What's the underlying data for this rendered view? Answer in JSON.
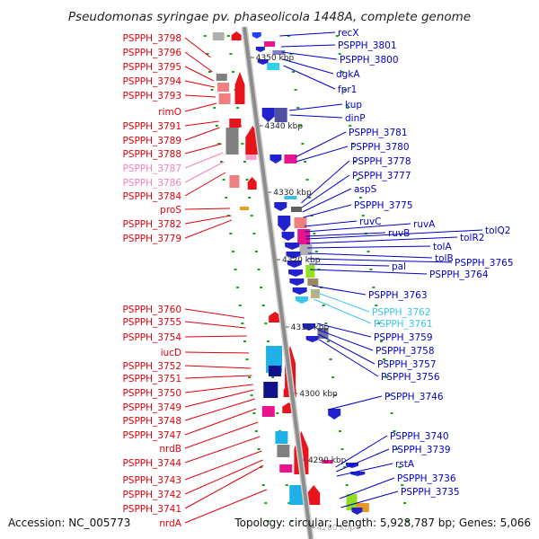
{
  "title": "Pseudomonas syringae pv. phaseolicola 1448A, complete genome",
  "footer": {
    "accession": "Accession: NC_005773",
    "summary": "Topology: circular; Length: 5,928,787 bp; Genes: 5,066"
  },
  "colors": {
    "left_label": "#e0000a",
    "left_label_faded": "#f080c0",
    "right_label": "#0000c8",
    "right_label_faded": "#38c8e8",
    "backbone": "#8c8c8c",
    "tick": "#1aa11a"
  },
  "scale_labels": [
    "4350 kbp",
    "4340 kbp",
    "4330 kbp",
    "4320 kbp",
    "4310 kbp",
    "4300 kbp",
    "4290 kbp",
    "4280 kbp"
  ],
  "left_labels": [
    {
      "text": "PSPPH_3798",
      "faded": false
    },
    {
      "text": "PSPPH_3796",
      "faded": false
    },
    {
      "text": "PSPPH_3795",
      "faded": false
    },
    {
      "text": "PSPPH_3794",
      "faded": false
    },
    {
      "text": "PSPPH_3793",
      "faded": false
    },
    {
      "text": "rimO",
      "faded": false
    },
    {
      "text": "PSPPH_3791",
      "faded": false
    },
    {
      "text": "PSPPH_3789",
      "faded": false
    },
    {
      "text": "PSPPH_3788",
      "faded": false
    },
    {
      "text": "PSPPH_3787",
      "faded": true
    },
    {
      "text": "PSPPH_3786",
      "faded": true
    },
    {
      "text": "PSPPH_3784",
      "faded": false
    },
    {
      "text": "proS",
      "faded": false
    },
    {
      "text": "PSPPH_3782",
      "faded": false
    },
    {
      "text": "PSPPH_3779",
      "faded": false
    },
    {
      "text": "PSPPH_3760",
      "faded": false
    },
    {
      "text": "PSPPH_3755",
      "faded": false
    },
    {
      "text": "PSPPH_3754",
      "faded": false
    },
    {
      "text": "iucD",
      "faded": false
    },
    {
      "text": "PSPPH_3752",
      "faded": false
    },
    {
      "text": "PSPPH_3751",
      "faded": false
    },
    {
      "text": "PSPPH_3750",
      "faded": false
    },
    {
      "text": "PSPPH_3749",
      "faded": false
    },
    {
      "text": "PSPPH_3748",
      "faded": false
    },
    {
      "text": "PSPPH_3747",
      "faded": false
    },
    {
      "text": "nrdB",
      "faded": false
    },
    {
      "text": "PSPPH_3744",
      "faded": false
    },
    {
      "text": "PSPPH_3743",
      "faded": false
    },
    {
      "text": "PSPPH_3742",
      "faded": false
    },
    {
      "text": "PSPPH_3741",
      "faded": false
    },
    {
      "text": "nrdA",
      "faded": false
    }
  ],
  "right_labels": [
    {
      "text": "recX",
      "faded": false
    },
    {
      "text": "PSPPH_3801",
      "faded": false
    },
    {
      "text": "PSPPH_3800",
      "faded": false
    },
    {
      "text": "dgkA",
      "faded": false
    },
    {
      "text": "fpr1",
      "faded": false
    },
    {
      "text": "kup",
      "faded": false
    },
    {
      "text": "dinP",
      "faded": false
    },
    {
      "text": "PSPPH_3781",
      "faded": false
    },
    {
      "text": "PSPPH_3780",
      "faded": false
    },
    {
      "text": "PSPPH_3778",
      "faded": false
    },
    {
      "text": "PSPPH_3777",
      "faded": false
    },
    {
      "text": "aspS",
      "faded": false
    },
    {
      "text": "PSPPH_3775",
      "faded": false
    },
    {
      "text": "ruvC",
      "faded": false
    },
    {
      "text": "ruvA",
      "faded": false
    },
    {
      "text": "ruvB",
      "faded": false
    },
    {
      "text": "tolQ2",
      "faded": false
    },
    {
      "text": "tolR2",
      "faded": false
    },
    {
      "text": "tolA",
      "faded": false
    },
    {
      "text": "tolB",
      "faded": false
    },
    {
      "text": "PSPPH_3765",
      "faded": false
    },
    {
      "text": "pal",
      "faded": false
    },
    {
      "text": "PSPPH_3764",
      "faded": false
    },
    {
      "text": "PSPPH_3763",
      "faded": false
    },
    {
      "text": "PSPPH_3762",
      "faded": true
    },
    {
      "text": "PSPPH_3761",
      "faded": true
    },
    {
      "text": "PSPPH_3759",
      "faded": false
    },
    {
      "text": "PSPPH_3758",
      "faded": false
    },
    {
      "text": "PSPPH_3757",
      "faded": false
    },
    {
      "text": "PSPPH_3756",
      "faded": false
    },
    {
      "text": "PSPPH_3746",
      "faded": false
    },
    {
      "text": "PSPPH_3740",
      "faded": false
    },
    {
      "text": "PSPPH_3739",
      "faded": false
    },
    {
      "text": "rstA",
      "faded": false
    },
    {
      "text": "PSPPH_3736",
      "faded": false
    },
    {
      "text": "PSPPH_3735",
      "faded": false
    }
  ]
}
